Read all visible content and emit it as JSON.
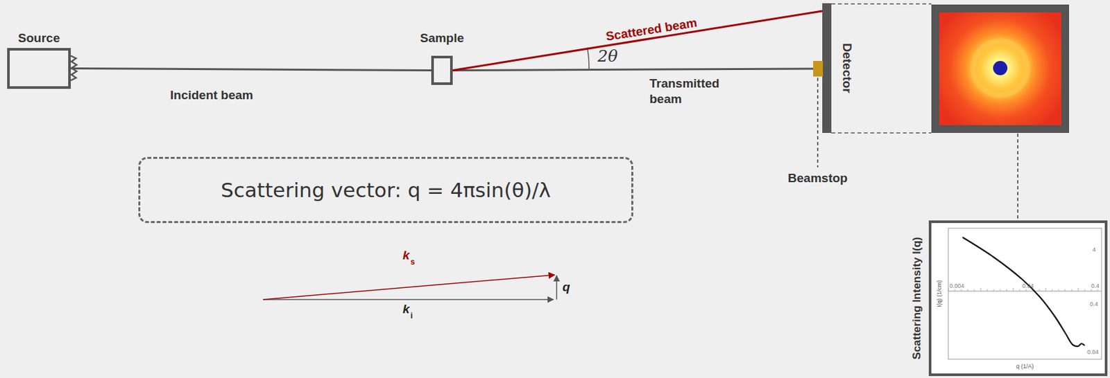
{
  "diagram": {
    "nodes": [
      {
        "text": [
          "Source"
        ]
      },
      {
        "text": [
          "Sample"
        ]
      },
      {
        "text": [
          "Detector"
        ]
      },
      {
        "text": [
          "Beamstop"
        ]
      },
      {
        "text": [
          "Scattering vector: q = 4πsin(θ)/λ"
        ]
      },
      {
        "text": [
          "Scattering Intensity I(q)"
        ]
      }
    ],
    "edges": [
      {
        "from": 0,
        "to": 1,
        "arrow": "none",
        "label": "Incident beam"
      },
      {
        "from": 1,
        "to": 3,
        "arrow": "none",
        "label": "Transmitted beam"
      },
      {
        "from": 1,
        "to": 2,
        "arrow": "none",
        "label": "Scattered beam"
      }
    ],
    "labels": [
      "2θ",
      "k",
      "s",
      "k",
      "i",
      "q",
      "4",
      "0.004",
      "0.04",
      "0.4",
      "0.4",
      "0.04",
      "I(q) (1/cm)",
      "q (1/A)"
    ]
  }
}
